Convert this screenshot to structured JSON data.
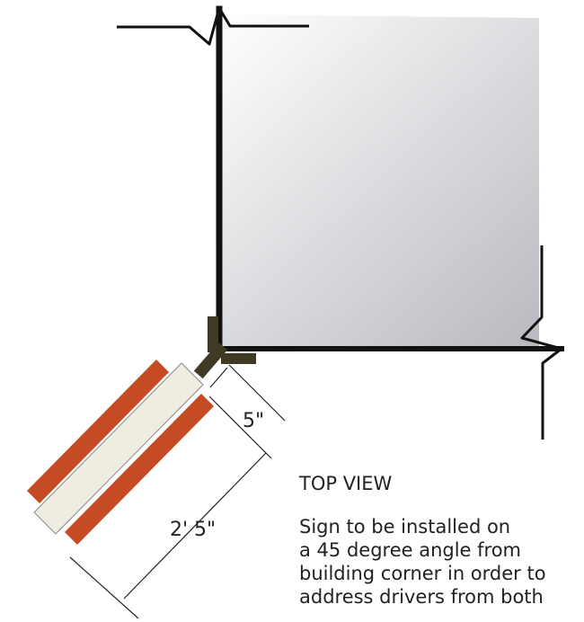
{
  "diagram": {
    "view_title": "TOP VIEW",
    "dimensions": {
      "bracket_offset": "5\"",
      "sign_length": "2' 5\""
    },
    "description_lines": [
      "Sign to be installed on",
      "a 45 degree angle from",
      "building corner in order to",
      "address drivers from both"
    ]
  },
  "colors": {
    "wall_line": "#111111",
    "wall_fill_light": "#ffffff",
    "wall_fill_dark": "#b8b9bf",
    "bracket": "#3f3a24",
    "sign_face": "#efece2",
    "sign_border": "#c44b24"
  }
}
